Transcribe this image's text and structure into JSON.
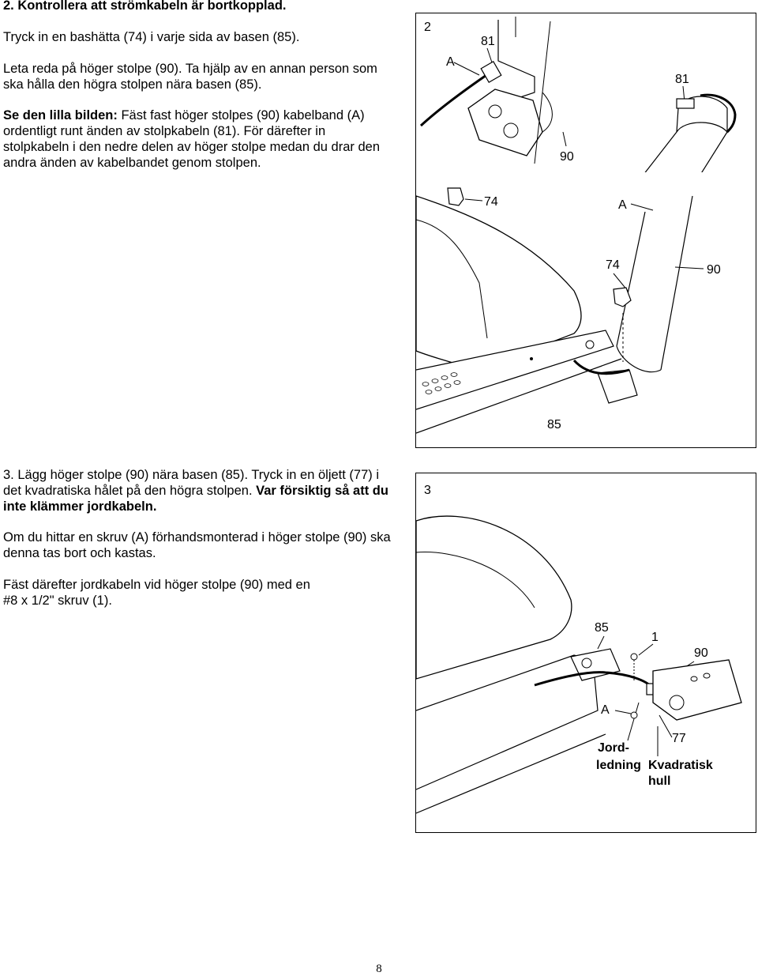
{
  "step2": {
    "heading": "2. Kontrollera att strömkabeln är bortkopplad.",
    "para1": "Tryck in en bashätta (74) i varje sida av basen (85).",
    "para2_line1": "Leta reda på höger stolpe (90). Ta hjälp av en annan person som",
    "para2_line2": "ska hålla den högra stolpen nära basen (85).",
    "para3_bold": "Se den lilla bilden:",
    "para3_line1_rest": " Fäst fast höger stolpes (90) kabelband (A)",
    "para3_line2": "ordentligt runt änden av stolpkabeln (81). För därefter in",
    "para3_line3": "stolpkabeln i den nedre delen av höger stolpe medan du drar den",
    "para3_line4": "andra änden av kabelbandet genom stolpen."
  },
  "step3": {
    "line1": "3. Lägg höger stolpe (90) nära basen (85). Tryck in en öljett (77) i",
    "line2_plain": "det kvadratiska hålet på den högra stolpen. ",
    "line2_bold": "Var försiktig så att du",
    "line3_bold": "inte klämmer jordkabeln.",
    "para2_line1": "Om du hittar en skruv (A) förhandsmonterad i höger stolpe (90) ska",
    "para2_line2": "denna tas bort och kastas.",
    "para3_line1": "Fäst därefter jordkabeln vid höger stolpe (90) med en",
    "para3_line2": "#8 x 1/2\" skruv (1)."
  },
  "figure2": {
    "number": "2",
    "inset_labels": {
      "A": "A",
      "cable_left": "81",
      "cable_right": "81",
      "upright": "90"
    },
    "main_labels": {
      "cap_top": "74",
      "A": "A",
      "cap_mid": "74",
      "upright": "90",
      "base": "85"
    }
  },
  "figure3": {
    "number": "3",
    "labels": {
      "base": "85",
      "screw": "1",
      "upright": "90",
      "A": "A",
      "grommet": "77",
      "ground_line1": "Jord-",
      "ground_line2": "ledning",
      "square_line1": "Kvadratisk",
      "square_line2": "hull"
    }
  },
  "page_number": "8"
}
